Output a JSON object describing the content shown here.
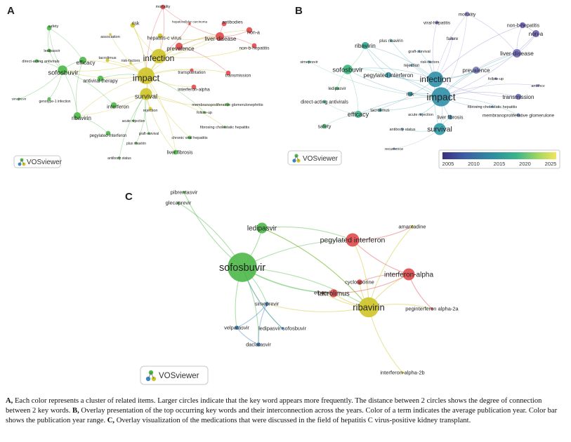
{
  "panels": [
    {
      "id": "A",
      "letter": "A",
      "logo_text": "VOSviewer",
      "clusters": {
        "red": "#e0494b",
        "yellow": "#cfc428",
        "green": "#4db848",
        "blue": "#3d86c6"
      },
      "nodes": [
        {
          "label": "mortality",
          "size": 4,
          "color": "red"
        },
        {
          "label": "hepatocellular carcinoma",
          "size": 2,
          "color": "red"
        },
        {
          "label": "antibodies",
          "size": 4,
          "color": "red"
        },
        {
          "label": "liver-disease",
          "size": 7,
          "color": "red"
        },
        {
          "label": "non-a",
          "size": 5,
          "color": "red"
        },
        {
          "label": "non-b-hepatitis",
          "size": 4,
          "color": "red"
        },
        {
          "label": "prevalence",
          "size": 6,
          "color": "red"
        },
        {
          "label": "transmission",
          "size": 4,
          "color": "red"
        },
        {
          "label": "transplantation",
          "size": 3,
          "color": "red"
        },
        {
          "label": "interferon-alpha",
          "size": 4,
          "color": "red"
        },
        {
          "label": "hepatitis-c virus",
          "size": 4,
          "color": "yellow"
        },
        {
          "label": "risk",
          "size": 4,
          "color": "yellow"
        },
        {
          "label": "association",
          "size": 2,
          "color": "yellow"
        },
        {
          "label": "infection",
          "size": 12,
          "color": "yellow"
        },
        {
          "label": "impact",
          "size": 14,
          "color": "yellow"
        },
        {
          "label": "survival",
          "size": 10,
          "color": "yellow"
        },
        {
          "label": "rejection",
          "size": 3,
          "color": "yellow"
        },
        {
          "label": "risk-factors",
          "size": 2,
          "color": "yellow"
        },
        {
          "label": "tacrolimus",
          "size": 3,
          "color": "yellow"
        },
        {
          "label": "safety",
          "size": 4,
          "color": "green"
        },
        {
          "label": "ledipasvir",
          "size": 3,
          "color": "green"
        },
        {
          "label": "direct-acting antivirals",
          "size": 3,
          "color": "green"
        },
        {
          "label": "efficacy",
          "size": 6,
          "color": "green"
        },
        {
          "label": "sofosbuvir",
          "size": 8,
          "color": "green"
        },
        {
          "label": "antiviral therapy",
          "size": 5,
          "color": "green"
        },
        {
          "label": "simeprevir",
          "size": 2,
          "color": "green"
        },
        {
          "label": "genotype-1 infection",
          "size": 3,
          "color": "green"
        },
        {
          "label": "interferon",
          "size": 5,
          "color": "green"
        },
        {
          "label": "ribavirin",
          "size": 6,
          "color": "green"
        },
        {
          "label": "pegylated interferon",
          "size": 4,
          "color": "green"
        },
        {
          "label": "graft-survival",
          "size": 2,
          "color": "green"
        },
        {
          "label": "plus ribavirin",
          "size": 2,
          "color": "green"
        },
        {
          "label": "antibody status",
          "size": 2,
          "color": "green"
        },
        {
          "label": "liver fibrosis",
          "size": 4,
          "color": "green"
        },
        {
          "label": "chronic viral hepatitis",
          "size": 3,
          "color": "green"
        },
        {
          "label": "fibrosing cholestatic hepatitis",
          "size": 2,
          "color": "green"
        },
        {
          "label": "follow-up",
          "size": 2,
          "color": "green"
        },
        {
          "label": "membranoproliferative glomerulonephritis",
          "size": 3,
          "color": "green"
        },
        {
          "label": "acute rejection",
          "size": 2,
          "color": "green"
        }
      ]
    },
    {
      "id": "B",
      "letter": "B",
      "logo_text": "VOSviewer",
      "colorbar": {
        "ticks": [
          "2005",
          "2010",
          "2015",
          "2020",
          "2025"
        ],
        "colors": [
          "#3b2f80",
          "#3d5fa3",
          "#2f8ea0",
          "#3bb48b",
          "#a5d960",
          "#f4e45a"
        ]
      },
      "nodes": [
        {
          "label": "mortality",
          "size": 4,
          "color": "#8a80c8"
        },
        {
          "label": "viral-hepatitis",
          "size": 3,
          "color": "#7a74c0"
        },
        {
          "label": "non-b-hepatitis",
          "size": 5,
          "color": "#6b5fb8"
        },
        {
          "label": "non-a",
          "size": 6,
          "color": "#6b5fb8"
        },
        {
          "label": "liver-disease",
          "size": 7,
          "color": "#6f68bc"
        },
        {
          "label": "ribavirin",
          "size": 6,
          "color": "#2eaa8f"
        },
        {
          "label": "plus ribavirin",
          "size": 2,
          "color": "#43a8c0"
        },
        {
          "label": "failure",
          "size": 2,
          "color": "#7d88c6"
        },
        {
          "label": "graft-survival",
          "size": 2,
          "color": "#5a9dbf"
        },
        {
          "label": "risk-factors",
          "size": 2,
          "color": "#5a9dbf"
        },
        {
          "label": "rejection",
          "size": 2,
          "color": "#4d9ab8"
        },
        {
          "label": "simeprevir",
          "size": 2,
          "color": "#49b48a"
        },
        {
          "label": "sofosbuvir",
          "size": 8,
          "color": "#39b47a"
        },
        {
          "label": "pegylated interferon",
          "size": 5,
          "color": "#3a98aa"
        },
        {
          "label": "infection",
          "size": 13,
          "color": "#2f8fa8"
        },
        {
          "label": "prevalence",
          "size": 6,
          "color": "#7a80c4"
        },
        {
          "label": "follow-up",
          "size": 2,
          "color": "#6b86c0"
        },
        {
          "label": "anti-hcv",
          "size": 2,
          "color": "#6d6ab8"
        },
        {
          "label": "ledipasvir",
          "size": 3,
          "color": "#4fbf7a"
        },
        {
          "label": "impact",
          "size": 16,
          "color": "#2f8fa8"
        },
        {
          "label": "risk",
          "size": 4,
          "color": "#2f95a4"
        },
        {
          "label": "transmission",
          "size": 5,
          "color": "#6f72bc"
        },
        {
          "label": "direct-acting antivirals",
          "size": 3,
          "color": "#4ab884"
        },
        {
          "label": "efficacy",
          "size": 6,
          "color": "#3fb48c"
        },
        {
          "label": "tacrolimus",
          "size": 3,
          "color": "#3aa3a0"
        },
        {
          "label": "fibrosing cholestatic hepatitis",
          "size": 2,
          "color": "#5a8ec0"
        },
        {
          "label": "membranoproliferative glomerulone",
          "size": 3,
          "color": "#6a7ebc"
        },
        {
          "label": "acute rejection",
          "size": 2,
          "color": "#4f98b6"
        },
        {
          "label": "liver fibrosis",
          "size": 4,
          "color": "#4d93b8"
        },
        {
          "label": "survival",
          "size": 10,
          "color": "#2f98a4"
        },
        {
          "label": "safety",
          "size": 4,
          "color": "#56c07a"
        },
        {
          "label": "antibody status",
          "size": 2,
          "color": "#5a8ec0"
        },
        {
          "label": "recurrence",
          "size": 2,
          "color": "#7fa0c8"
        }
      ]
    },
    {
      "id": "C",
      "letter": "C",
      "logo_text": "VOSviewer",
      "clusters": {
        "red": "#e0494b",
        "yellow": "#cfc428",
        "green": "#4db848",
        "blue": "#3d86c6"
      },
      "nodes": [
        {
          "label": "pibrentasvir",
          "size": 2,
          "color": "green"
        },
        {
          "label": "glecaprevir",
          "size": 2,
          "color": "green"
        },
        {
          "label": "ledipasvir",
          "size": 8,
          "color": "green"
        },
        {
          "label": "sofosbuvir",
          "size": 22,
          "color": "green"
        },
        {
          "label": "pegylated interferon",
          "size": 10,
          "color": "red"
        },
        {
          "label": "amantadine",
          "size": 2,
          "color": "yellow"
        },
        {
          "label": "interferon-alpha",
          "size": 9,
          "color": "red"
        },
        {
          "label": "cyclosporine",
          "size": 4,
          "color": "red"
        },
        {
          "label": "elbasvir",
          "size": 2,
          "color": "red"
        },
        {
          "label": "tacrolimus",
          "size": 6,
          "color": "red"
        },
        {
          "label": "ribavirin",
          "size": 15,
          "color": "yellow"
        },
        {
          "label": "simeprevir",
          "size": 3,
          "color": "blue"
        },
        {
          "label": "peginterferon alpha-2a",
          "size": 2,
          "color": "red"
        },
        {
          "label": "velpatasvir",
          "size": 3,
          "color": "blue"
        },
        {
          "label": "ledipasvir sofosbuvir",
          "size": 2,
          "color": "blue"
        },
        {
          "label": "daclatasvir",
          "size": 3,
          "color": "blue"
        },
        {
          "label": "interferon-alpha-2b",
          "size": 2,
          "color": "yellow"
        }
      ]
    }
  ],
  "caption": [
    {
      "bold": "A,",
      "text": " Each color represents a cluster of related items. Larger circles indicate that the key word appears more frequently. The distance between 2 circles shows the degree of connection between 2 key words. "
    },
    {
      "bold": "B,",
      "text": " Overlay presentation of the top occurring key words and their interconnection across the years. Color of a term indicates the average publication year. Color bar shows the publication year range. "
    },
    {
      "bold": "C,",
      "text": " Overlay visualization of the medications that were discussed in the field of hepatitis C virus-positive kidney transplant."
    }
  ]
}
